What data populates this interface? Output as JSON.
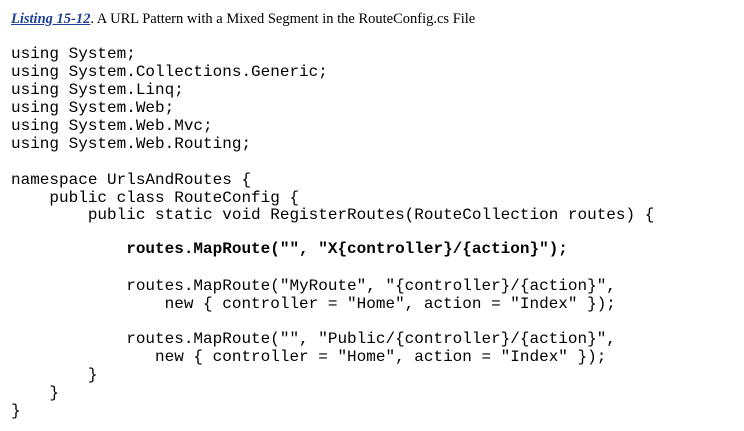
{
  "caption": {
    "ref": "Listing 15-12",
    "title": ". A URL Pattern with a Mixed Segment in the RouteConfig.cs File"
  },
  "code_lines": [
    {
      "text": "using System;",
      "bold": false
    },
    {
      "text": "using System.Collections.Generic;",
      "bold": false
    },
    {
      "text": "using System.Linq;",
      "bold": false
    },
    {
      "text": "using System.Web;",
      "bold": false
    },
    {
      "text": "using System.Web.Mvc;",
      "bold": false
    },
    {
      "text": "using System.Web.Routing;",
      "bold": false
    },
    {
      "text": "namespace UrlsAndRoutes {",
      "bold": false
    },
    {
      "text": "    public class RouteConfig {",
      "bold": false
    },
    {
      "text": "        public static void RegisterRoutes(RouteCollection routes) {",
      "bold": false
    },
    {
      "text": "            routes.MapRoute(\"\", \"X{controller}/{action}\");",
      "bold": true
    },
    {
      "text": "            routes.MapRoute(\"MyRoute\", \"{controller}/{action}\",",
      "bold": false
    },
    {
      "text": "                new { controller = \"Home\", action = \"Index\" });",
      "bold": false
    },
    {
      "text": "            routes.MapRoute(\"\", \"Public/{controller}/{action}\",",
      "bold": false
    },
    {
      "text": "               new { controller = \"Home\", action = \"Index\" });",
      "bold": false
    },
    {
      "text": "        }",
      "bold": false
    },
    {
      "text": "    }",
      "bold": false
    },
    {
      "text": "}",
      "bold": false
    }
  ]
}
